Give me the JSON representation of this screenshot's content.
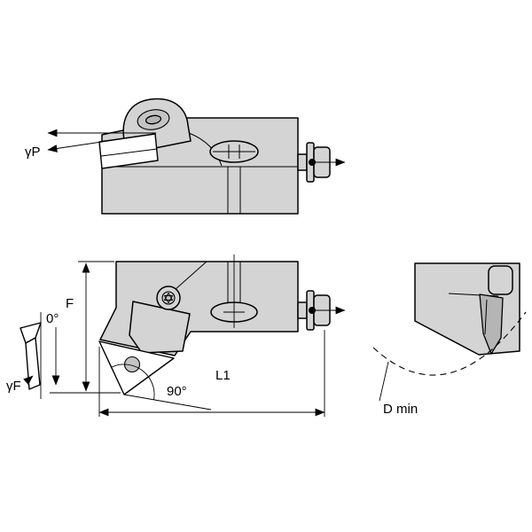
{
  "diagram": {
    "labels": {
      "gamma_p": "γP",
      "f": "F",
      "zero_degrees": "0°",
      "gamma_f": "γF",
      "l1": "L1",
      "ninety_degrees": "90°",
      "d_min": "D min"
    },
    "colors": {
      "bodyFill": "#d4d4d4",
      "insertSideFill": "#b5b5b5",
      "insertTopFill": "#ffffff",
      "holeFill": "#c4c4c4",
      "lineColor": "#000000",
      "background": "#ffffff"
    }
  }
}
